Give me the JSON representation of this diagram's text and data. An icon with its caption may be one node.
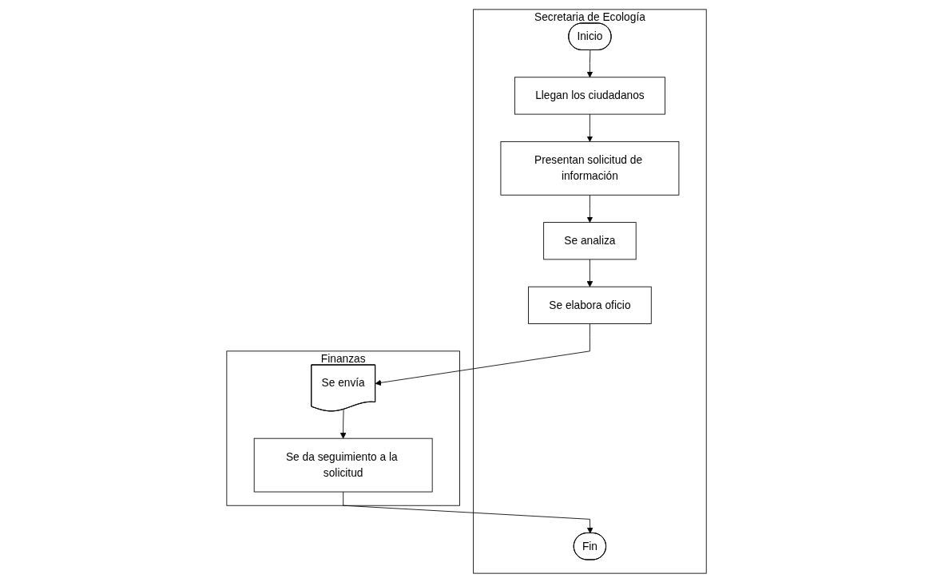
{
  "diagram": {
    "nodes": [
      {
        "text": [
          "Secretaria de Ecología"
        ]
      },
      {
        "text": [
          "Finanzas"
        ]
      },
      {
        "text": [
          "Inicio"
        ],
        "in": 0
      },
      {
        "text": [
          "Llegan los ciudadanos"
        ],
        "in": 0
      },
      {
        "text": [
          "Presentan solicitud de información"
        ],
        "in": 0
      },
      {
        "text": [
          "Se analiza"
        ],
        "in": 0
      },
      {
        "text": [
          "Se elabora oficio"
        ],
        "in": 0
      },
      {
        "text": [
          "Se envía"
        ],
        "in": 1
      },
      {
        "text": [
          "Se da seguimiento a la solicitud"
        ],
        "in": 1
      },
      {
        "text": [
          "Fin"
        ],
        "in": 0
      }
    ],
    "edges": [
      {
        "from": 2,
        "to": 3,
        "arrow": "to"
      },
      {
        "from": 3,
        "to": 4,
        "arrow": "to"
      },
      {
        "from": 4,
        "to": 5,
        "arrow": "to"
      },
      {
        "from": 5,
        "to": 6,
        "arrow": "to"
      },
      {
        "from": 6,
        "to": 7,
        "arrow": "to"
      },
      {
        "from": 7,
        "to": 8,
        "arrow": "to"
      },
      {
        "from": 8,
        "to": 9,
        "arrow": "to"
      }
    ]
  }
}
